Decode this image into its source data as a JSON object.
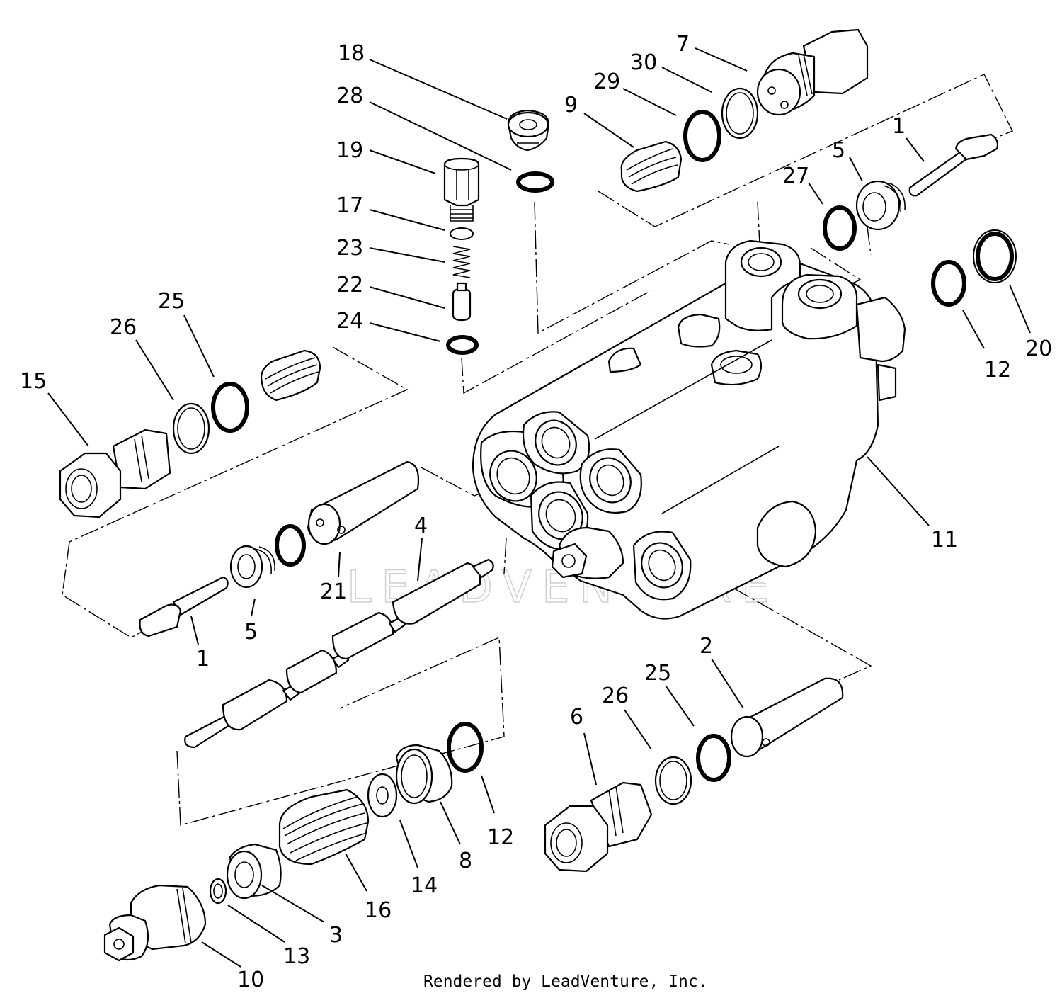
{
  "watermark": "LEADVENTURE",
  "credit": "Rendered by LeadVenture, Inc.",
  "callouts": [
    {
      "id": "c-18",
      "text": "18"
    },
    {
      "id": "c-28",
      "text": "28"
    },
    {
      "id": "c-19",
      "text": "19"
    },
    {
      "id": "c-17",
      "text": "17"
    },
    {
      "id": "c-23",
      "text": "23"
    },
    {
      "id": "c-22",
      "text": "22"
    },
    {
      "id": "c-24",
      "text": "24"
    },
    {
      "id": "c-7",
      "text": "7"
    },
    {
      "id": "c-30",
      "text": "30"
    },
    {
      "id": "c-29",
      "text": "29"
    },
    {
      "id": "c-9",
      "text": "9"
    },
    {
      "id": "c-1a",
      "text": "1"
    },
    {
      "id": "c-5a",
      "text": "5"
    },
    {
      "id": "c-27",
      "text": "27"
    },
    {
      "id": "c-12a",
      "text": "12"
    },
    {
      "id": "c-20",
      "text": "20"
    },
    {
      "id": "c-25a",
      "text": "25"
    },
    {
      "id": "c-26a",
      "text": "26"
    },
    {
      "id": "c-15",
      "text": "15"
    },
    {
      "id": "c-11",
      "text": "11"
    },
    {
      "id": "c-4",
      "text": "4"
    },
    {
      "id": "c-21",
      "text": "21"
    },
    {
      "id": "c-5b",
      "text": "5"
    },
    {
      "id": "c-1b",
      "text": "1"
    },
    {
      "id": "c-2",
      "text": "2"
    },
    {
      "id": "c-25b",
      "text": "25"
    },
    {
      "id": "c-26b",
      "text": "26"
    },
    {
      "id": "c-6",
      "text": "6"
    },
    {
      "id": "c-12b",
      "text": "12"
    },
    {
      "id": "c-8",
      "text": "8"
    },
    {
      "id": "c-14",
      "text": "14"
    },
    {
      "id": "c-16",
      "text": "16"
    },
    {
      "id": "c-3",
      "text": "3"
    },
    {
      "id": "c-13",
      "text": "13"
    },
    {
      "id": "c-10",
      "text": "10"
    }
  ]
}
